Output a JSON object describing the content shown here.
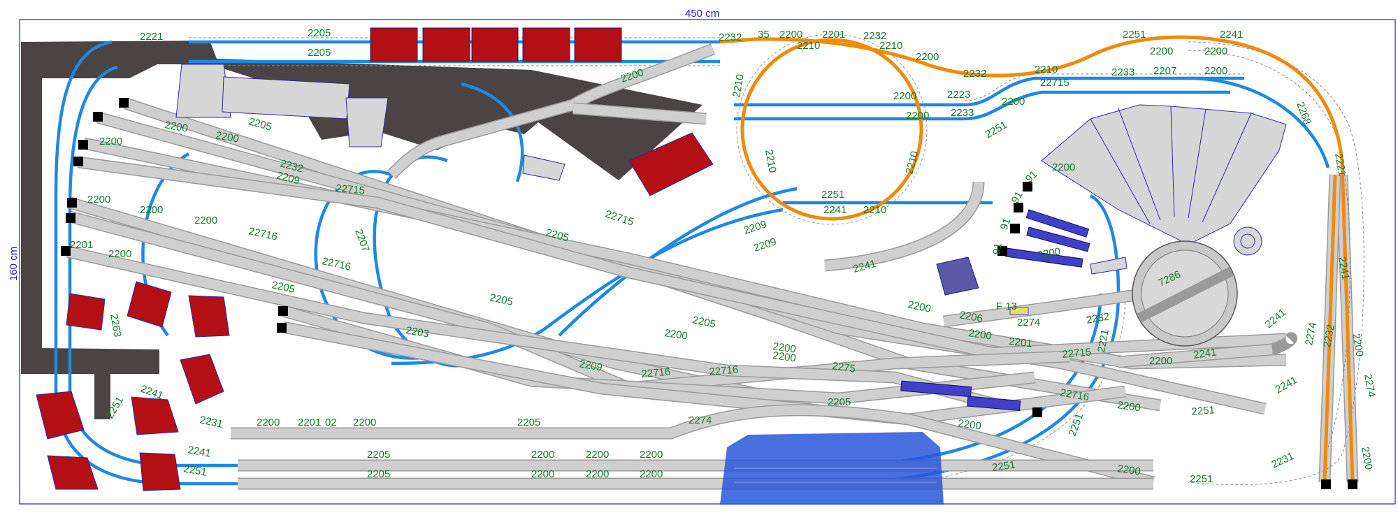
{
  "dimensions": {
    "width_label": "450 cm",
    "height_label": "160 cm"
  },
  "colors": {
    "border": "#1a1ae6",
    "label": "#147a2e",
    "blue_track": "#1e88e5",
    "gray_track": "#cfcfcf",
    "orange_track": "#f08a0a",
    "house_red": "#b40f14",
    "mountain": "#4b4444",
    "water": "#2a56d8"
  },
  "labels": {
    "l1": "2221",
    "l2": "2205",
    "l3": "2205",
    "l4": "2232",
    "l5": "35",
    "l6": "2200",
    "l7": "2210",
    "l8": "2201",
    "l9": "2232",
    "l10": "2210",
    "l11": "2200",
    "l12": "2251",
    "l13": "2241",
    "l14": "2200",
    "l15": "2200",
    "l16": "2232",
    "l17": "2210",
    "l18": "2233",
    "l19": "2207",
    "l20": "2200",
    "l21": "22715",
    "l22": "2268",
    "l23": "2221",
    "l24": "2200",
    "l25": "2200",
    "l26": "2223",
    "l27": "2233",
    "l28": "2200",
    "l29": "2251",
    "l30": "2210",
    "l31": "2210",
    "l32": "2210",
    "l33": "2251",
    "l34": "2241",
    "l35": "2210",
    "l36": "2209",
    "l37": "2209",
    "l38": "2241",
    "l39": "2200",
    "l40": "2205",
    "l41": "2205",
    "l42": "2200",
    "l43": "2200",
    "l44": "2209",
    "l45": "2232",
    "l46": "22715",
    "l47": "22716",
    "l48": "22716",
    "l49": "2207",
    "l50": "22715",
    "l51": "2200",
    "l52": "2200",
    "l53": "2200",
    "l54": "2200",
    "l55": "2201",
    "l56": "2200",
    "l57": "2205",
    "l58": "2205",
    "l59": "2203",
    "l60": "2209",
    "l61": "2200",
    "l62": "22716",
    "l63": "22716",
    "l64": "2200",
    "l65": "2205",
    "l66": "2200",
    "l67": "2206",
    "l68": "2232",
    "l69": "2200",
    "l70": "2201",
    "l71": "2200",
    "l72": "22715",
    "l73": "2221",
    "l74": "2200",
    "l75": "2241",
    "l76": "2241",
    "l77": "2274",
    "l78": "2241",
    "l79": "2232",
    "l80": "2200",
    "l81": "2241",
    "l82": "2251",
    "l83": "2200",
    "l84": "22716",
    "l85": "2251",
    "l86": "2200",
    "l87": "2205",
    "l88": "2200",
    "l89": "2201",
    "l90": "02",
    "l91": "2200",
    "l92": "2205",
    "l93": "2274",
    "l94": "2205",
    "l95": "2205",
    "l96": "2200",
    "l97": "2200",
    "l98": "2200",
    "l99": "2200",
    "l100": "2200",
    "l101": "2200",
    "l102": "2251",
    "l103": "2251",
    "l104": "2200",
    "l105": "2231",
    "l106": "2200",
    "l107": "2274",
    "l108": "2231",
    "l109": "2241",
    "l110": "2251",
    "l111": "2263",
    "l112": "2241",
    "l113": "2251",
    "l114": "91",
    "l115": "91",
    "l116": "91",
    "l117": "91",
    "l118": "7286",
    "l119": "2200",
    "l120": "2274",
    "l121": "F 13",
    "l122": "2200",
    "l123": "2275"
  },
  "icons": [
    "mountain-icon",
    "house-icon",
    "freight-wagon-icon",
    "turntable-icon",
    "roundhouse-icon",
    "lake-icon",
    "bumper-icon"
  ]
}
